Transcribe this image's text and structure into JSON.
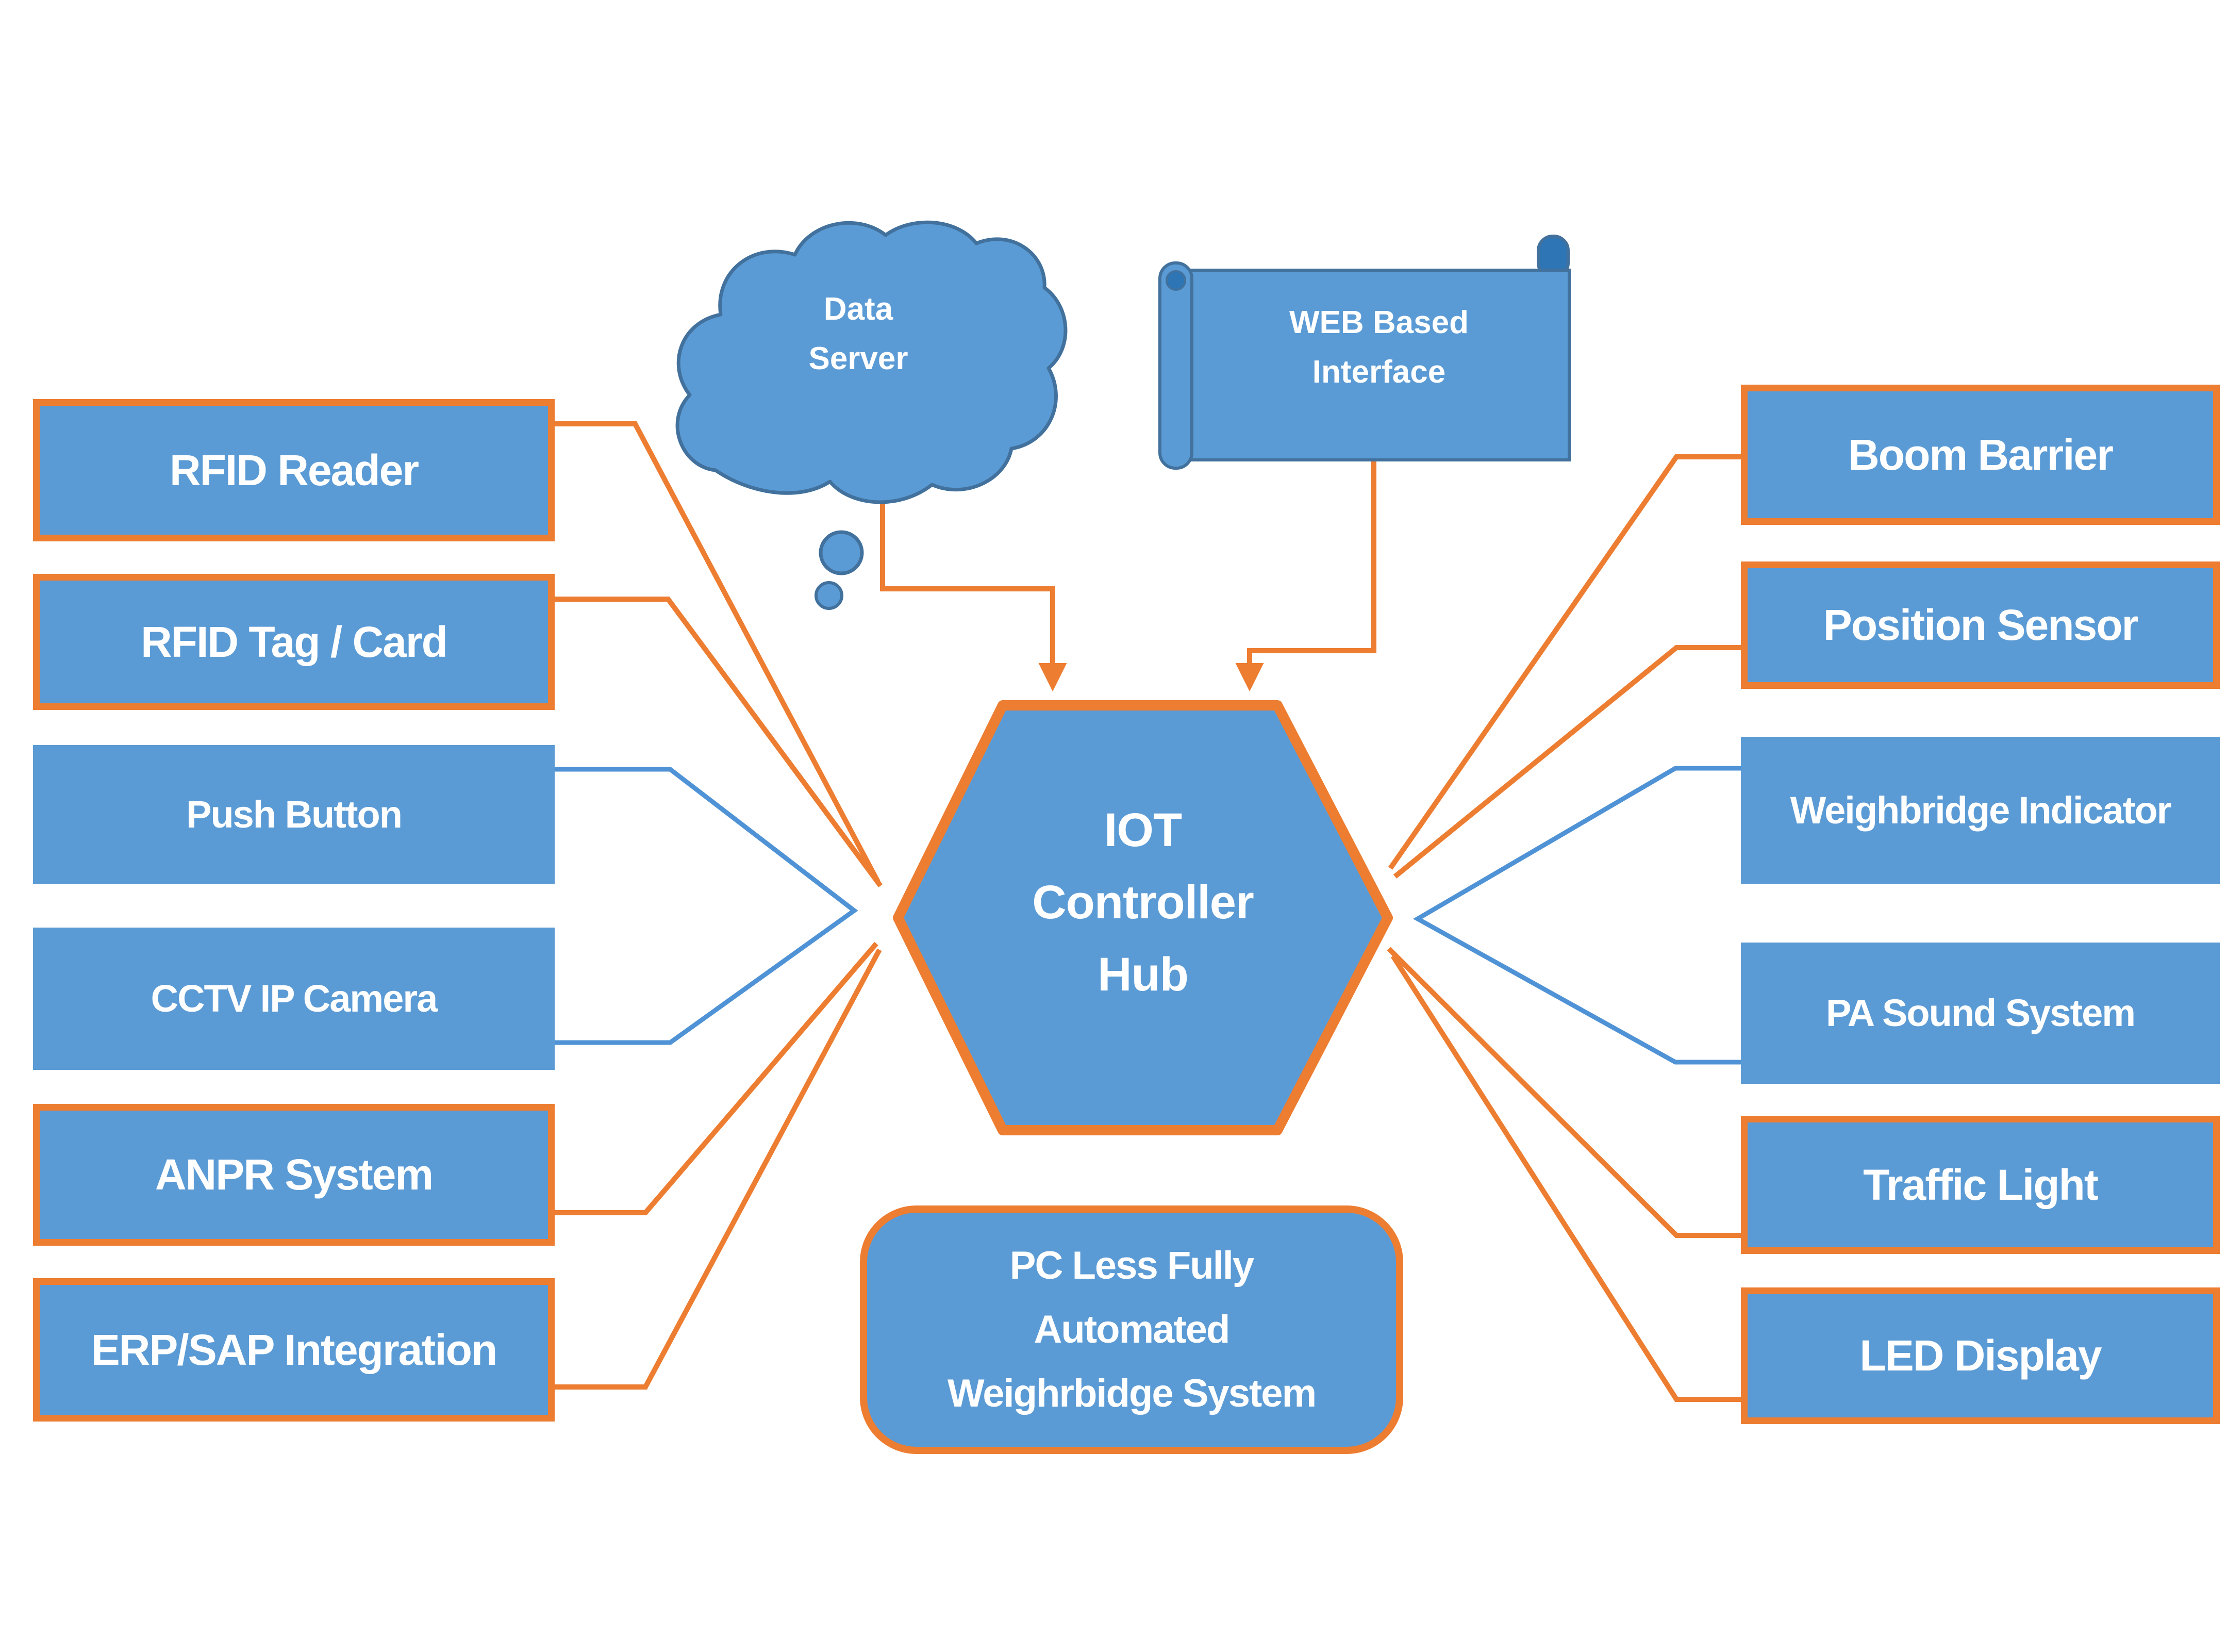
{
  "colors": {
    "box_fill": "#5b9bd5",
    "accent_orange": "#ed7d31",
    "connector_blue": "#4f93d6",
    "shape_outline": "#41719c",
    "label_text": "#ffffff"
  },
  "cloud": {
    "lines": [
      "Data",
      "Server"
    ]
  },
  "scroll": {
    "lines": [
      "WEB Based",
      "Interface"
    ]
  },
  "hub": {
    "lines": [
      "IOT",
      "Controller",
      "Hub"
    ]
  },
  "bottom_note": {
    "lines": [
      "PC Less Fully",
      "Automated",
      "Weighrbidge System"
    ]
  },
  "left_boxes": [
    {
      "label": "RFID Reader",
      "accent": true
    },
    {
      "label": "RFID Tag / Card",
      "accent": true
    },
    {
      "label": "Push Button",
      "accent": false
    },
    {
      "label": "CCTV IP Camera",
      "accent": false
    },
    {
      "label": "ANPR System",
      "accent": true
    },
    {
      "label": "ERP/SAP Integration",
      "accent": true
    }
  ],
  "right_boxes": [
    {
      "label": "Boom Barrier",
      "accent": true
    },
    {
      "label": "Position Sensor",
      "accent": true
    },
    {
      "label": "Weighbridge Indicator",
      "accent": false
    },
    {
      "label": "PA Sound System",
      "accent": false
    },
    {
      "label": "Traffic Light",
      "accent": true
    },
    {
      "label": "LED Display",
      "accent": true
    }
  ]
}
